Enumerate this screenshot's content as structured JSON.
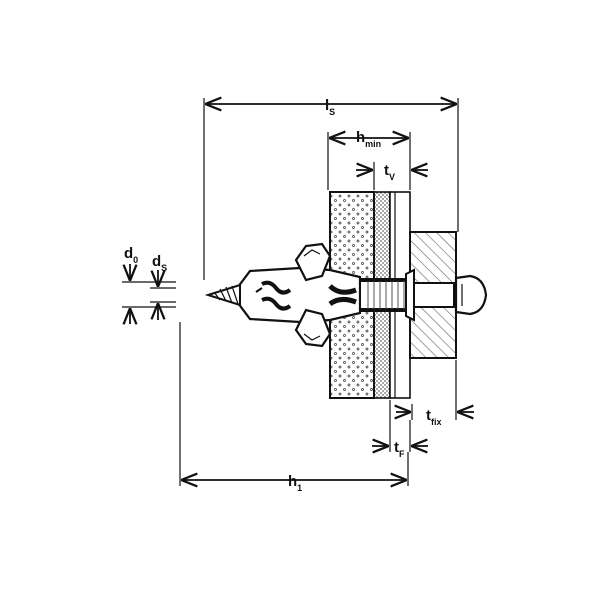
{
  "labels": {
    "ls": {
      "main": "l",
      "sub": "S"
    },
    "hmin": {
      "main": "h",
      "sub": "min"
    },
    "tv": {
      "main": "t",
      "sub": "V"
    },
    "d0": {
      "main": "d",
      "sub": "0"
    },
    "ds": {
      "main": "d",
      "sub": "S"
    },
    "tfix": {
      "main": "t",
      "sub": "fix"
    },
    "tf": {
      "main": "t",
      "sub": "F"
    },
    "h1": {
      "main": "h",
      "sub": "1"
    }
  },
  "colors": {
    "line": "#111111",
    "background": "#ffffff",
    "hatch_fill": "#ffffff",
    "fixture_hatch": "#666666"
  }
}
